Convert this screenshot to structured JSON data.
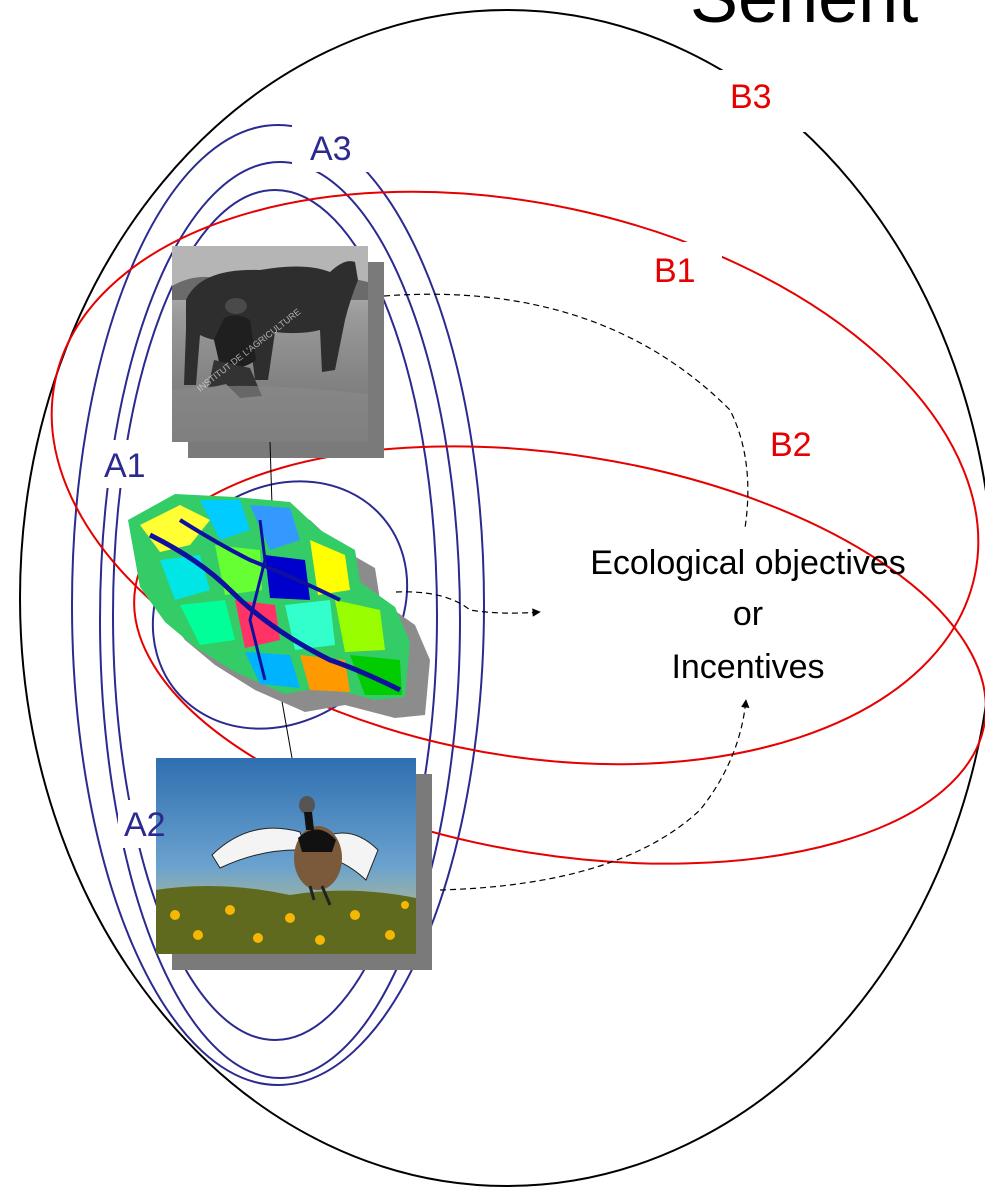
{
  "title_fragment": "Senent",
  "labels": {
    "a1": "A1",
    "a2": "A2",
    "a3": "A3",
    "b1": "B1",
    "b2": "B2",
    "b3": "B3"
  },
  "center_text": {
    "line1": "Ecological objectives",
    "line2": "or",
    "line3": "Incentives"
  },
  "photo_caption_watermark": "INSTITUT DE L'AGRICULTURE",
  "colors": {
    "blue": "#2b2a8f",
    "red": "#e60000",
    "black": "#000000"
  },
  "images": {
    "farmer": "farmer-milking-cow-photo",
    "map": "landscape-land-use-map",
    "bird": "little-bustard-bird-photo"
  }
}
